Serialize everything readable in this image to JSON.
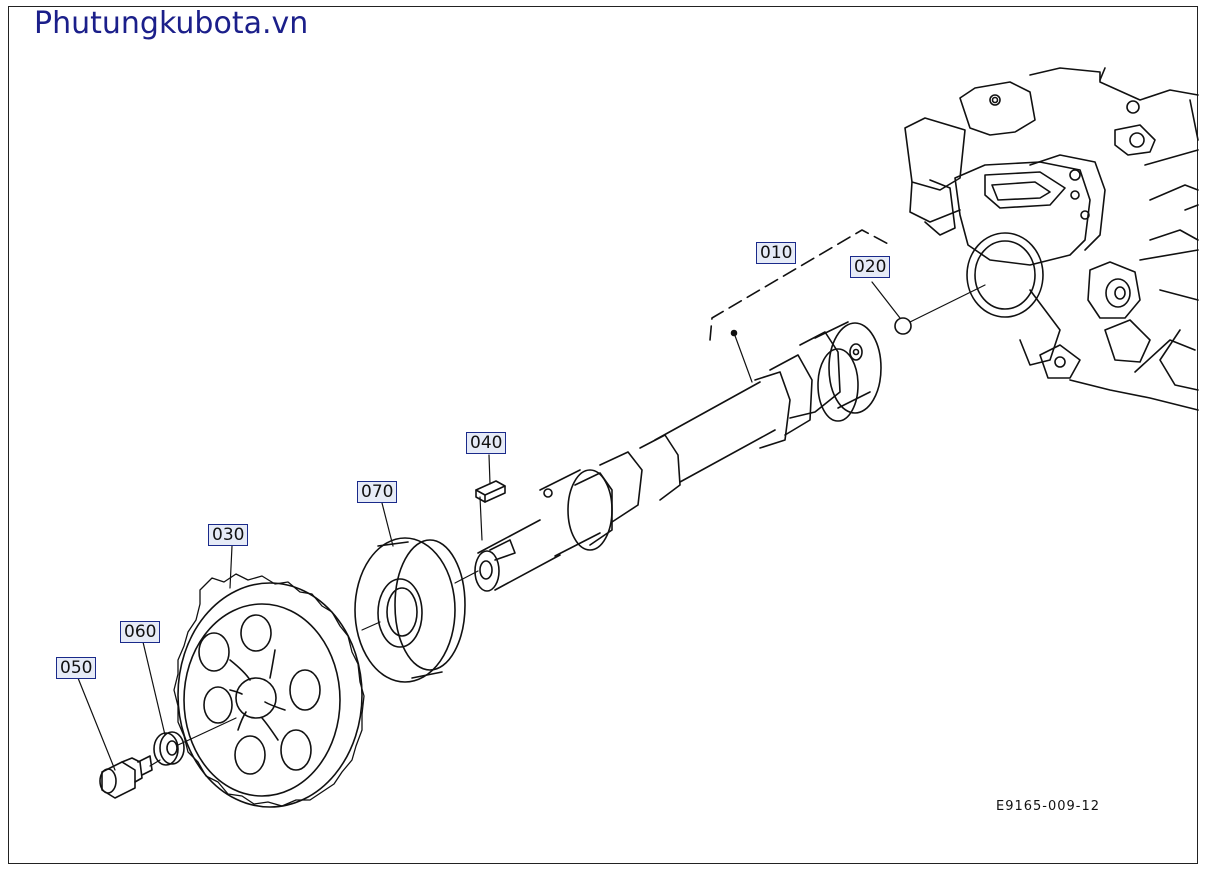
{
  "header": {
    "brand": "Phutungkubota.vn"
  },
  "diagram": {
    "code": "E9165-009-12",
    "parts": [
      {
        "id": "p010",
        "label": "010"
      },
      {
        "id": "p020",
        "label": "020"
      },
      {
        "id": "p030",
        "label": "030"
      },
      {
        "id": "p040",
        "label": "040"
      },
      {
        "id": "p050",
        "label": "050"
      },
      {
        "id": "p060",
        "label": "060"
      },
      {
        "id": "p070",
        "label": "070"
      }
    ]
  },
  "colors": {
    "brand": "#1b1f8a",
    "callout_fill": "#e6ebf7",
    "callout_border": "#1a2a8a",
    "line": "#111111"
  }
}
